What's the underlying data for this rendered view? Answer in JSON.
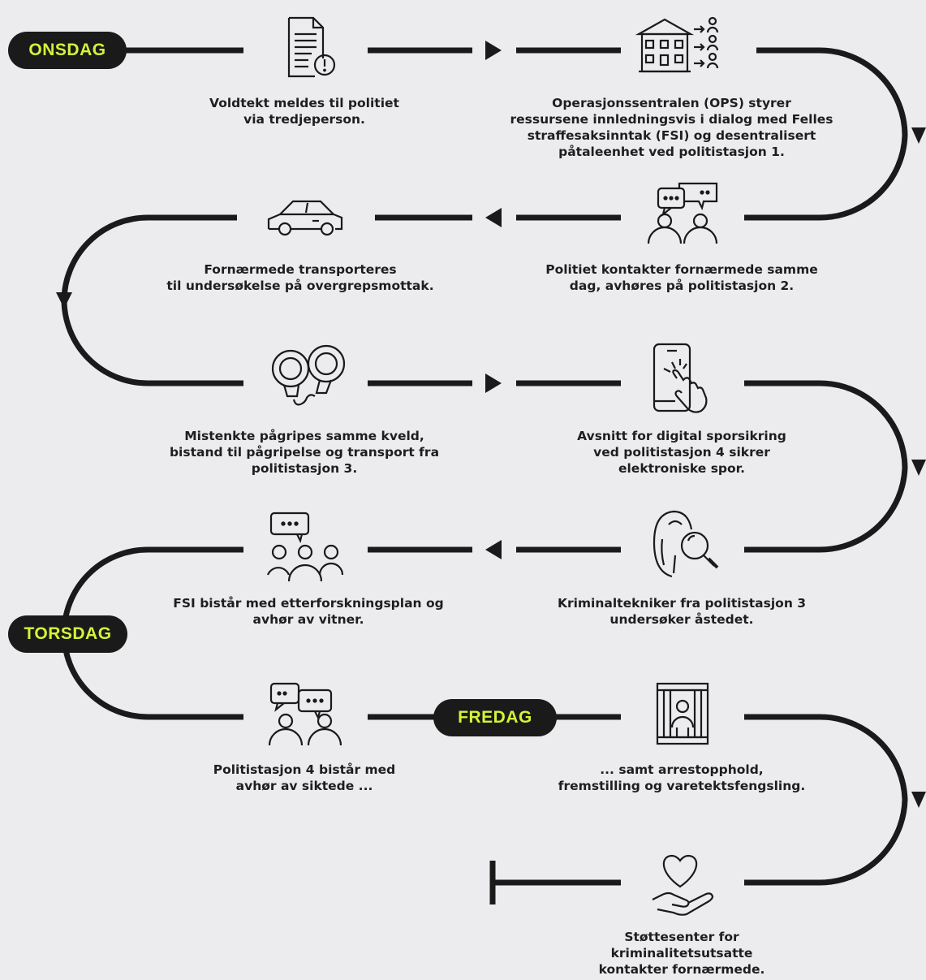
{
  "days": {
    "wednesday": "ONSDAG",
    "thursday": "TORSDAG",
    "friday": "FREDAG"
  },
  "steps": [
    {
      "icon": "document-alert-icon",
      "parts": [
        {
          "text": "Voldtekt meldes til politiet"
        },
        {
          "text": "via tredjeperson."
        }
      ]
    },
    {
      "icon": "building-people-icon",
      "parts": [
        {
          "text": "Operasjonssentralen (OPS)"
        },
        {
          "text": " styrer"
        },
        {
          "text": "ressursene innledningsvis i dialog med "
        },
        {
          "text": "Felles"
        },
        {
          "text": "straffesaksinntak (FSI)"
        },
        {
          "text": " og "
        },
        {
          "text": "desentralisert"
        },
        {
          "text": "påtaleenhet ved politistasjon 1."
        }
      ]
    },
    {
      "icon": "conversation-people-icon",
      "parts": [
        {
          "text": "Politiet kontakter fornærmede samme"
        },
        {
          "text": "dag, avhøres på "
        },
        {
          "text": "politistasjon 2."
        }
      ]
    },
    {
      "icon": "car-icon",
      "parts": [
        {
          "text": "Fornærmede transporteres"
        },
        {
          "text": "til undersøkelse på "
        },
        {
          "text": "overgrepsmottak."
        }
      ]
    },
    {
      "icon": "handcuffs-icon",
      "parts": [
        {
          "text": "Mistenkte pågripes samme kveld,"
        },
        {
          "text": "bistand til pågripelse og transport fra"
        },
        {
          "text": "politistasjon 3."
        }
      ]
    },
    {
      "icon": "phone-touch-icon",
      "parts": [
        {
          "text": "Avsnitt for digital sporsikring"
        },
        {
          "text": "ved politistasjon 4"
        },
        {
          "text": " sikrer"
        },
        {
          "text": "elektroniske spor."
        }
      ]
    },
    {
      "icon": "fingerprint-magnifier-icon",
      "parts": [
        {
          "text": "Kriminaltekniker"
        },
        {
          "text": " fra "
        },
        {
          "text": "politistasjon 3"
        },
        {
          "text": "undersøker åstedet."
        }
      ]
    },
    {
      "icon": "group-chat-icon",
      "parts": [
        {
          "text": "FSI"
        },
        {
          "text": " bistår med etterforskningsplan og"
        },
        {
          "text": "avhør av vitner."
        }
      ]
    },
    {
      "icon": "interview-icon",
      "parts": [
        {
          "text": "Politistasjon 4"
        },
        {
          "text": " bistår med"
        },
        {
          "text": "avhør av siktede ..."
        }
      ]
    },
    {
      "icon": "jail-cell-icon",
      "parts": [
        {
          "text": "... samt arrestopphold,"
        },
        {
          "text": "fremstilling og varetektsfengsling."
        }
      ]
    },
    {
      "icon": "heart-hand-icon",
      "parts": [
        {
          "text": "Støttesenter for"
        },
        {
          "text": "kriminalitetsutsatte"
        },
        {
          "text": "kontakter fornærmede."
        }
      ]
    }
  ],
  "colors": {
    "background": "#ececee",
    "line": "#1a1a1a",
    "badge_text": "#d5f23a"
  }
}
